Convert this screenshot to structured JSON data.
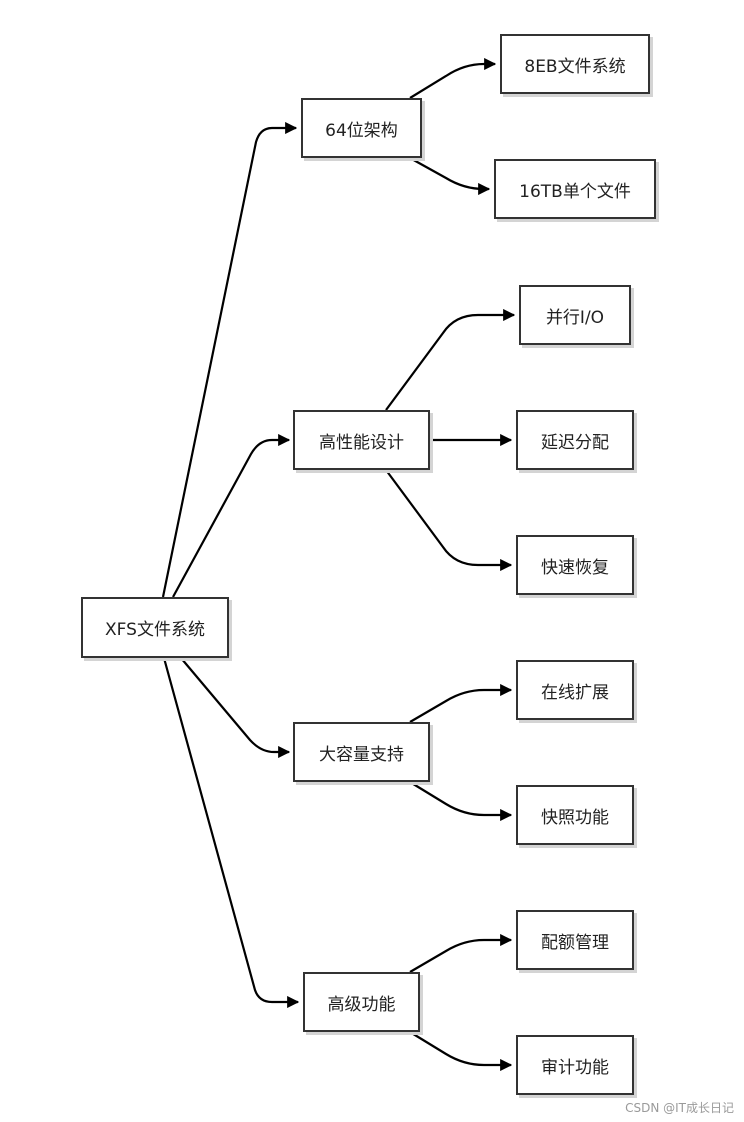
{
  "diagram": {
    "root": "XFS文件系统",
    "branches": [
      {
        "label": "64位架构",
        "children": [
          "8EB文件系统",
          "16TB单个文件"
        ]
      },
      {
        "label": "高性能设计",
        "children": [
          "并行I/O",
          "延迟分配",
          "快速恢复"
        ]
      },
      {
        "label": "大容量支持",
        "children": [
          "在线扩展",
          "快照功能"
        ]
      },
      {
        "label": "高级功能",
        "children": [
          "配额管理",
          "审计功能"
        ]
      }
    ]
  },
  "watermark": "CSDN @IT成长日记"
}
